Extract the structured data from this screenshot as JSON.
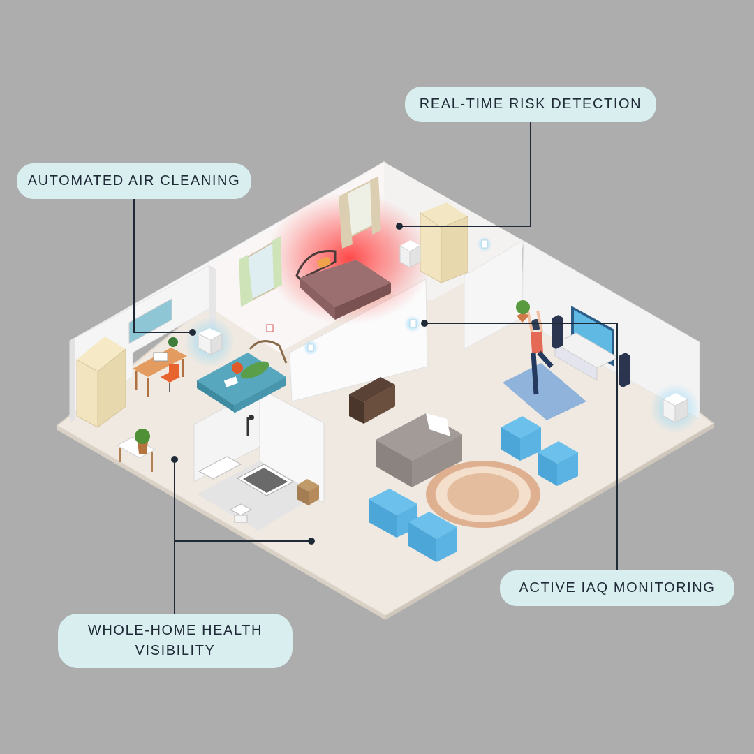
{
  "callouts": {
    "risk_detection": "REAL-TIME RISK DETECTION",
    "air_cleaning": "AUTOMATED AIR CLEANING",
    "iaq_monitoring": "ACTIVE IAQ MONITORING",
    "health_visibility": "WHOLE-HOME HEALTH\nVISIBILITY"
  },
  "colors": {
    "background": "#adadad",
    "callout_fill": "#d8eeef",
    "callout_text": "#1f2a36",
    "leader_line": "#1f2a36",
    "floor": "#efe9e1",
    "wall": "#f6f6f6",
    "risk_glow": "#ff3b3b",
    "sensor_glow": "#7fd3ff",
    "armchair": "#58b4e6",
    "sofa": "#9a9390",
    "rug": "#e8c3a6",
    "wardrobe": "#f1e4be",
    "yoga_mat": "#8fb3da"
  },
  "icons": [
    "bed-icon",
    "wardrobe-icon",
    "sofa-icon",
    "armchair-icon",
    "tv-icon",
    "speaker-icon",
    "plant-icon",
    "sensor-icon",
    "air-purifier-icon",
    "person-yoga-icon",
    "person-reading-icon",
    "desk-icon",
    "shower-icon",
    "bathtub-icon",
    "rug-icon",
    "sideboard-icon"
  ]
}
